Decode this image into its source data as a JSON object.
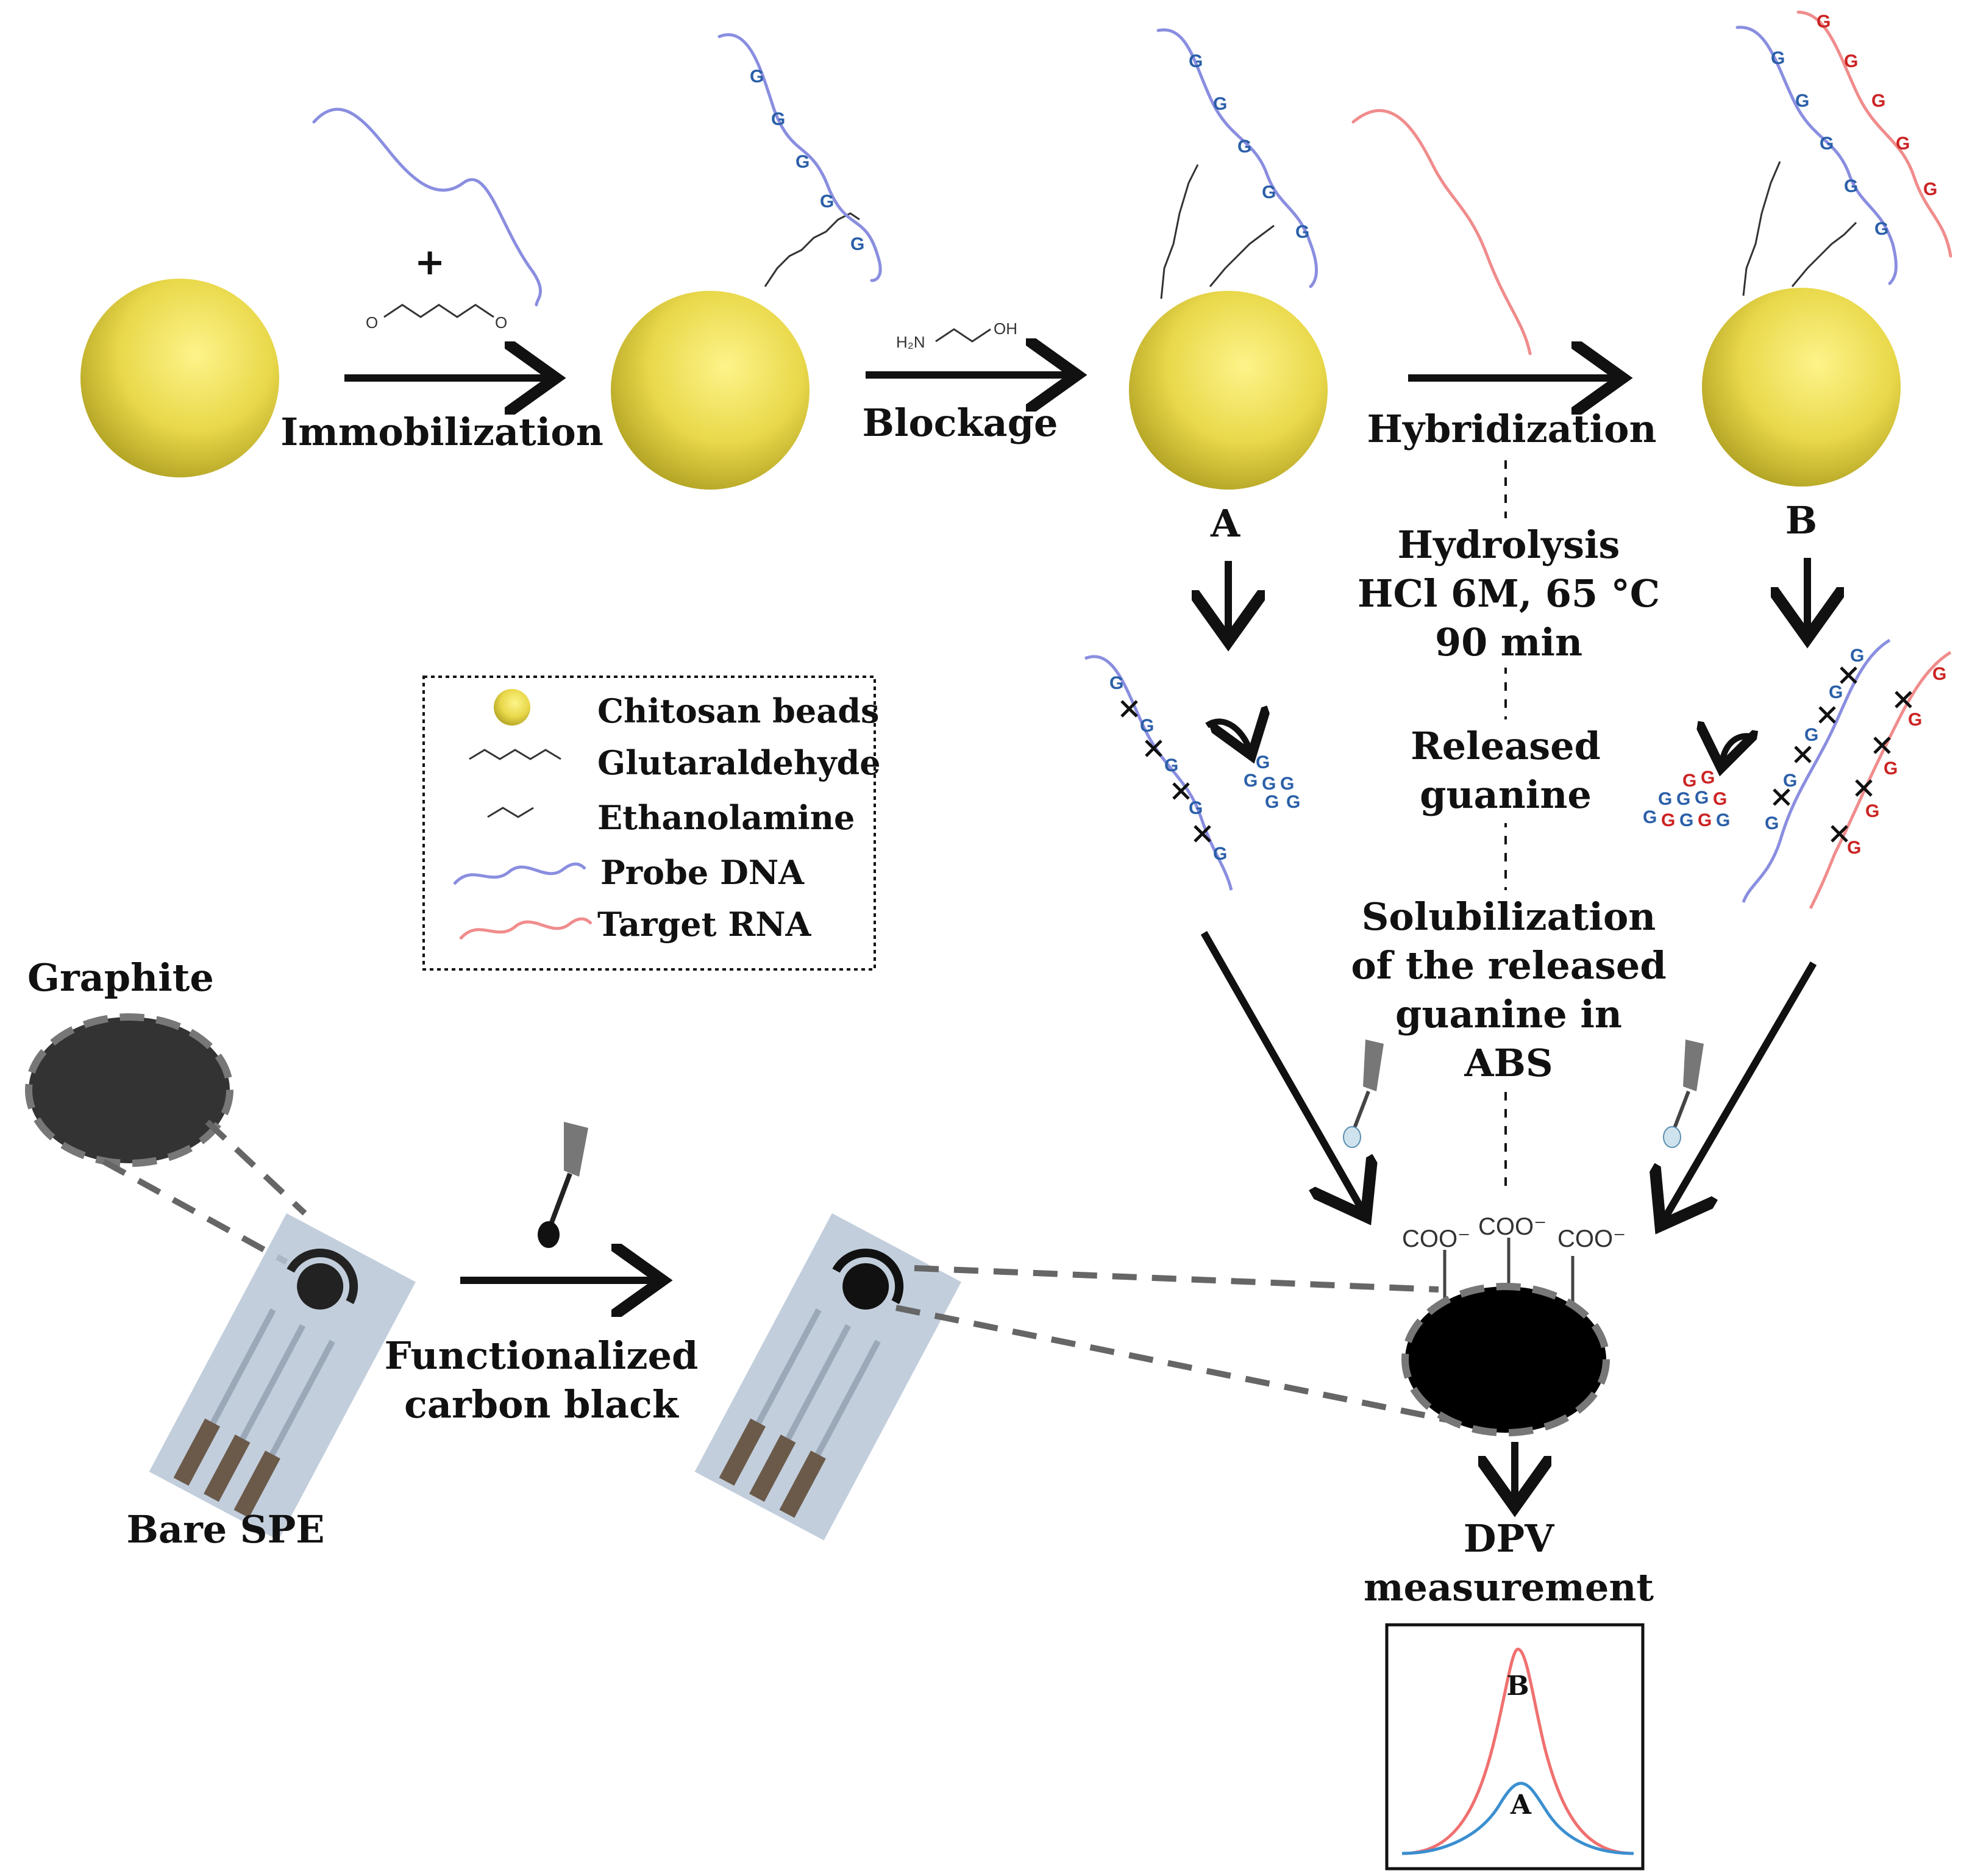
{
  "steps": {
    "immobilization": "Immobilization",
    "blockage": "Blockage",
    "hybridization": "Hybridization",
    "hydrolysis_1": "Hydrolysis",
    "hydrolysis_2": "HCl 6M, 65 °C",
    "hydrolysis_3": "90 min",
    "released_1": "Released",
    "released_2": "guanine",
    "solub_1": "Solubilization",
    "solub_2": "of the released",
    "solub_3": "guanine in",
    "solub_4": "ABS",
    "fcb_1": "Functionalized",
    "fcb_2": "carbon black",
    "dpv_1": "DPV",
    "dpv_2": "measurement"
  },
  "labels": {
    "sample_a": "A",
    "sample_b": "B",
    "graphite": "Graphite",
    "bare_spe": "Bare SPE",
    "plus": "+",
    "coo": "COO⁻",
    "nh2": "H₂N",
    "oh": "OH",
    "o": "O",
    "guanine": "G",
    "peak_a": "A",
    "peak_b": "B"
  },
  "legend": {
    "items": [
      {
        "icon": "chitosan-bead",
        "label": "Chitosan beads"
      },
      {
        "icon": "glutaraldehyde",
        "label": "Glutaraldehyde"
      },
      {
        "icon": "ethanolamine",
        "label": "Ethanolamine"
      },
      {
        "icon": "probe-dna",
        "label": "Probe DNA"
      },
      {
        "icon": "target-rna",
        "label": "Target RNA"
      }
    ]
  },
  "colors": {
    "bead": "#f2e35a",
    "probe_dna": "#8a8ee0",
    "target_rna": "#f08c8c",
    "guanine_blue": "#2a5fa8",
    "guanine_red": "#cc2222",
    "curve_a": "#3a8fd0",
    "curve_b": "#f07070",
    "electrode_body": "#b7c6d6"
  },
  "dpv_plot": {
    "curves": [
      {
        "name": "A",
        "color": "#3a8fd0",
        "peak": 0.27
      },
      {
        "name": "B",
        "color": "#f07070",
        "peak": 1.0
      }
    ]
  }
}
